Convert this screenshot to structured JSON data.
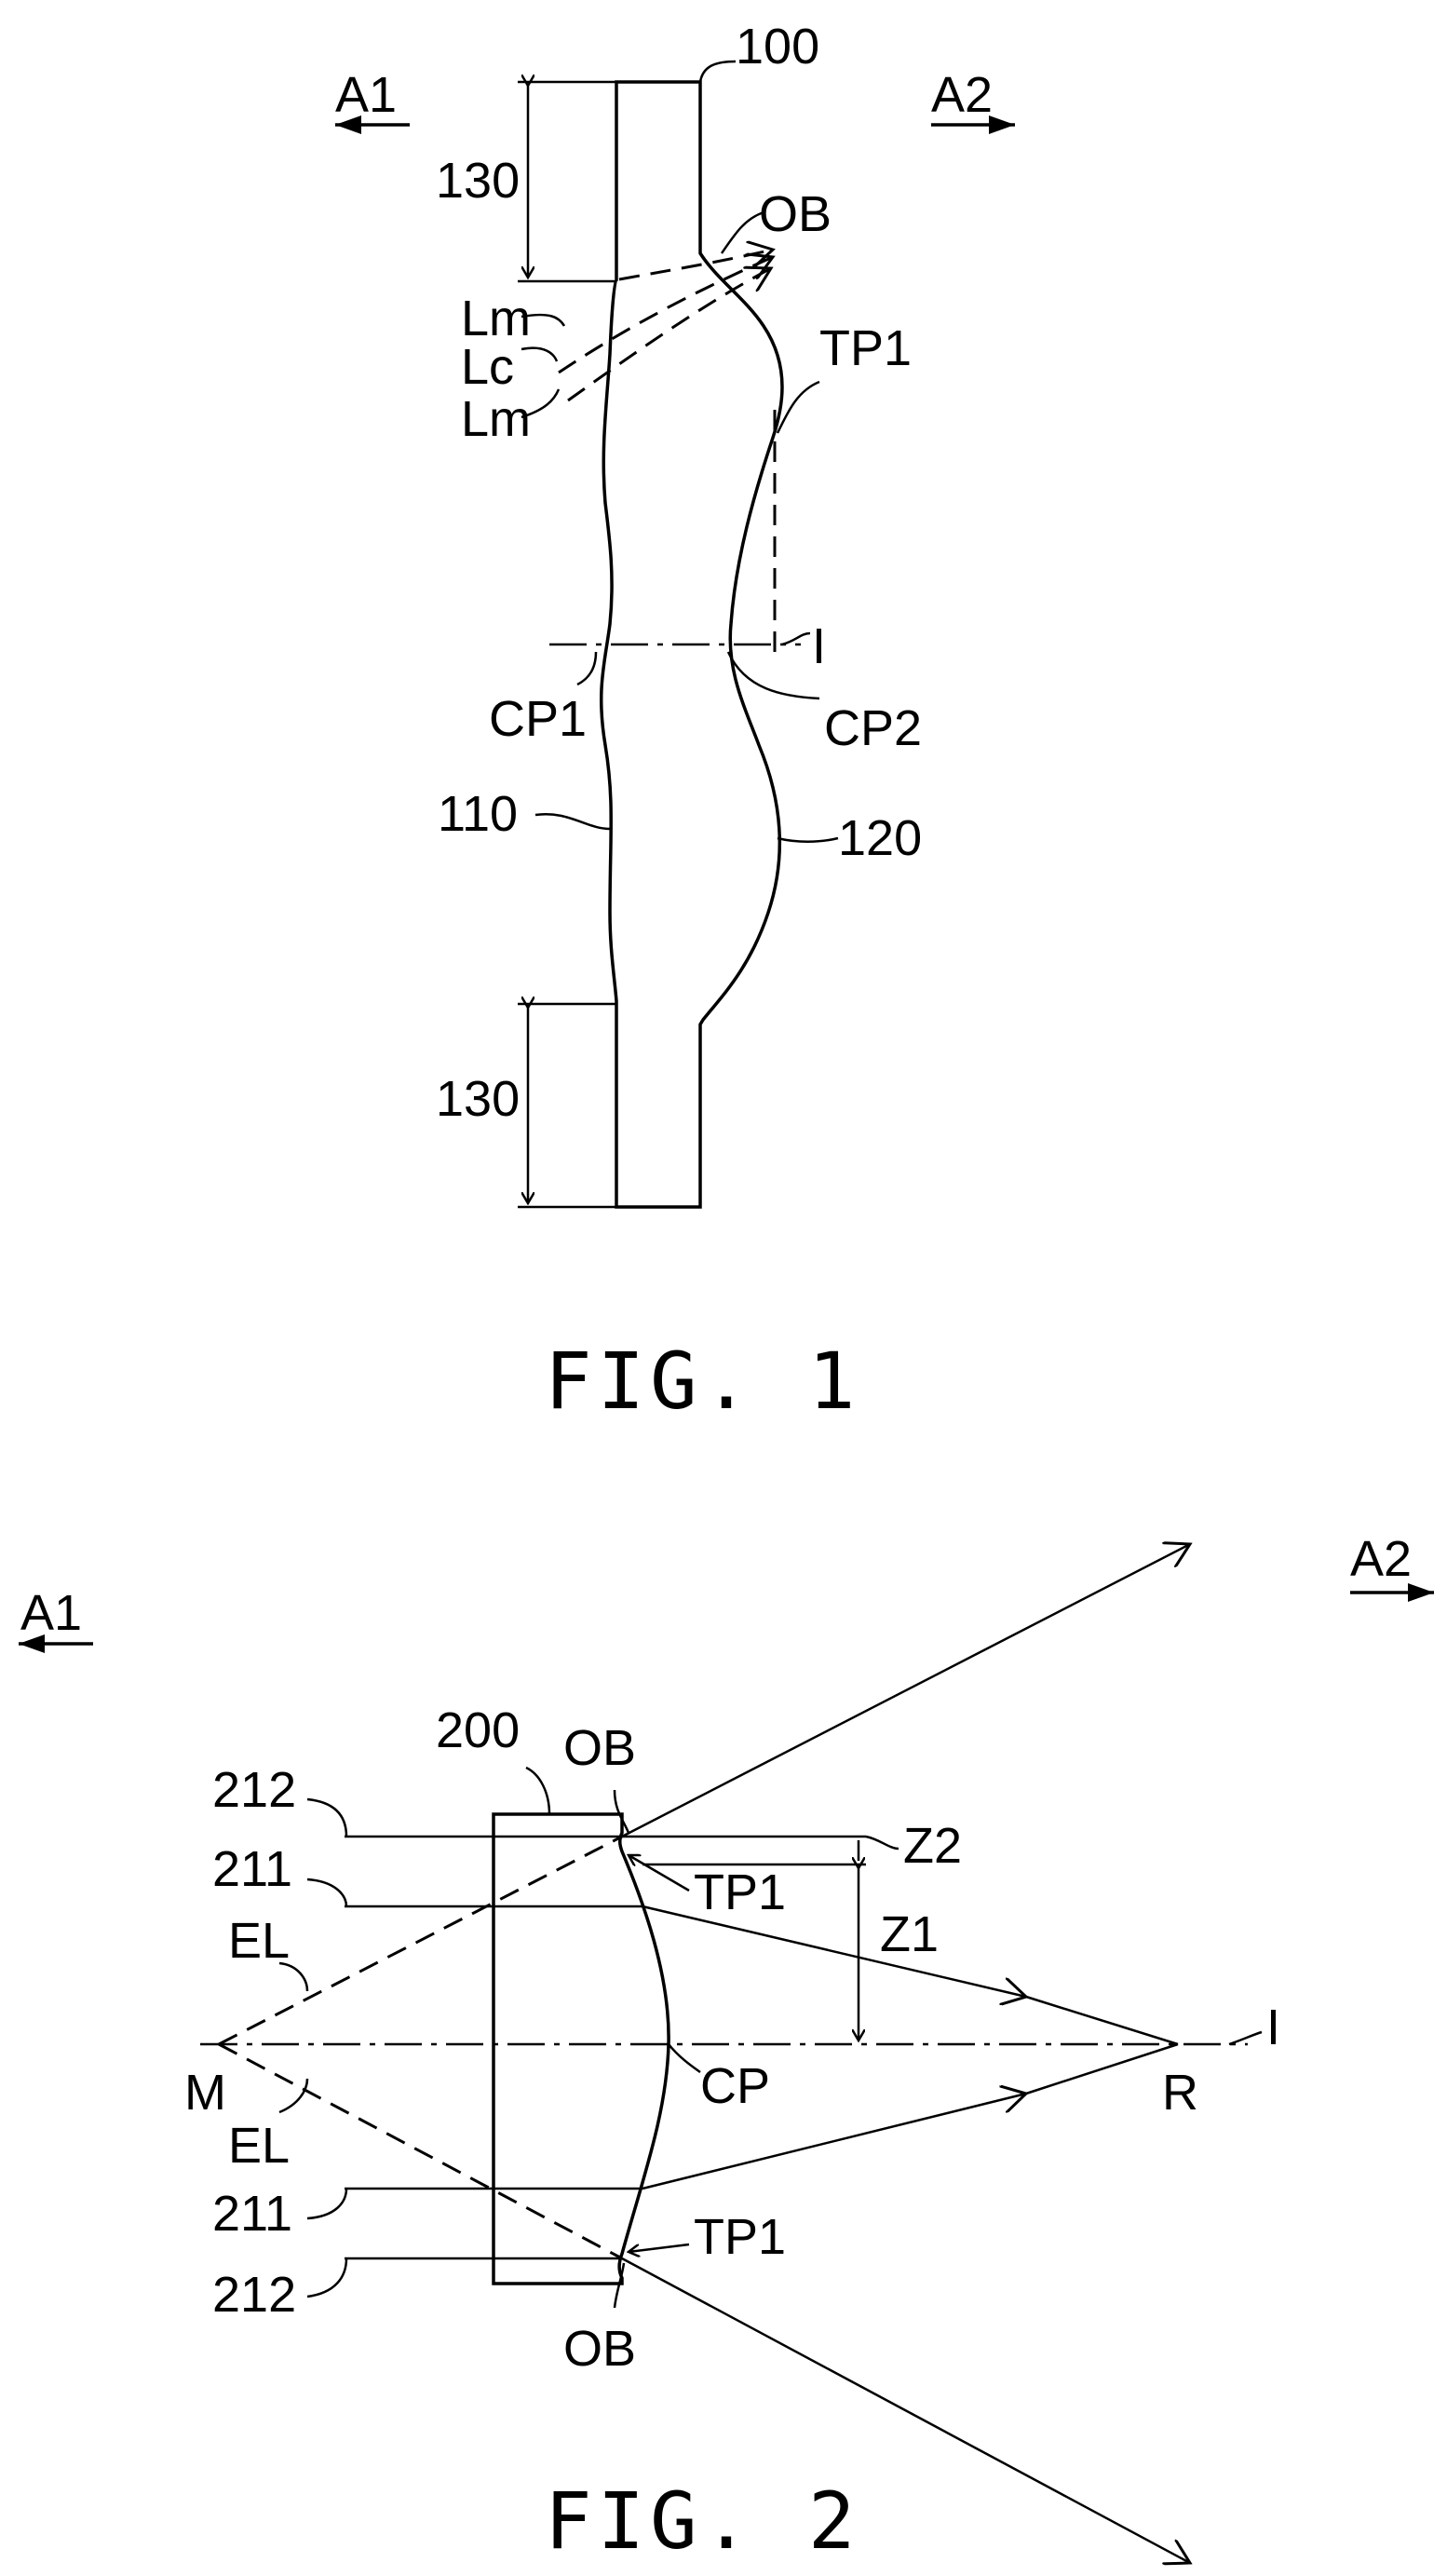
{
  "fig1": {
    "caption": "FIG. 1",
    "labels": {
      "ref_100": "100",
      "dir_a1": "A1",
      "dir_a2": "A2",
      "dim_130_top": "130",
      "dim_130_bottom": "130",
      "ob": "OB",
      "lm_top": "Lm",
      "lc": "Lc",
      "lm_bottom": "Lm",
      "tp1": "TP1",
      "axis_i": "I",
      "cp1": "CP1",
      "cp2": "CP2",
      "ref_110": "110",
      "ref_120": "120"
    }
  },
  "fig2": {
    "caption": "FIG. 2",
    "labels": {
      "dir_a1": "A1",
      "dir_a2": "A2",
      "ref_200": "200",
      "ob_top": "OB",
      "ref_212_top": "212",
      "ref_211_top": "211",
      "el_top": "EL",
      "tp1_top": "TP1",
      "z2": "Z2",
      "z1": "Z1",
      "axis_i": "I",
      "m": "M",
      "cp": "CP",
      "r": "R",
      "el_bottom": "EL",
      "ref_211_bottom": "211",
      "ref_212_bottom": "212",
      "tp1_bottom": "TP1",
      "ob_bottom": "OB"
    }
  }
}
